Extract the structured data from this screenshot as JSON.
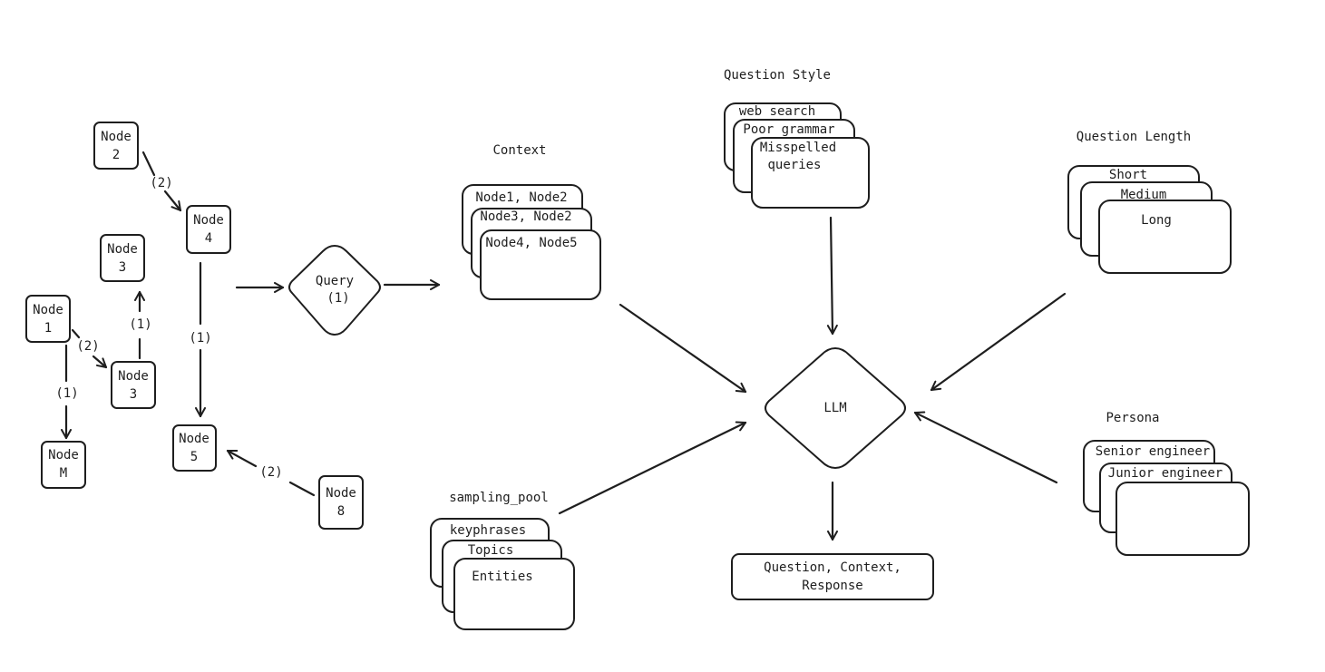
{
  "graph": {
    "nodes": {
      "node2": [
        "Node",
        "2"
      ],
      "node4": [
        "Node",
        "4"
      ],
      "node3a": [
        "Node",
        "3"
      ],
      "node1": [
        "Node",
        "1"
      ],
      "node3b": [
        "Node",
        "3"
      ],
      "nodeM": [
        "Node",
        "M"
      ],
      "node5": [
        "Node",
        "5"
      ],
      "node8": [
        "Node",
        "8"
      ]
    },
    "edge_labels": {
      "n2_n4": "(2)",
      "n4_n5": "(1)",
      "n3b_n3a": "(1)",
      "n1_n3b": "(2)",
      "n1_nM": "(1)",
      "n8_n5": "(2)"
    }
  },
  "query": [
    "Query",
    "(1)"
  ],
  "context": {
    "title": "Context",
    "cards": [
      "Node1, Node2",
      "Node3, Node2",
      "Node4, Node5"
    ]
  },
  "question_style": {
    "title": "Question Style",
    "cards": [
      "web search",
      "Poor grammar",
      "Misspelled",
      "queries"
    ]
  },
  "question_length": {
    "title": "Question Length",
    "cards": [
      "Short",
      "Medium",
      "Long"
    ]
  },
  "persona": {
    "title": "Persona",
    "cards": [
      "Senior engineer",
      "Junior engineer"
    ]
  },
  "sampling_pool": {
    "title": "sampling_pool",
    "cards": [
      "keyphrases",
      "Topics",
      "Entities"
    ]
  },
  "llm": "LLM",
  "output": [
    "Question, Context,",
    "Response"
  ]
}
